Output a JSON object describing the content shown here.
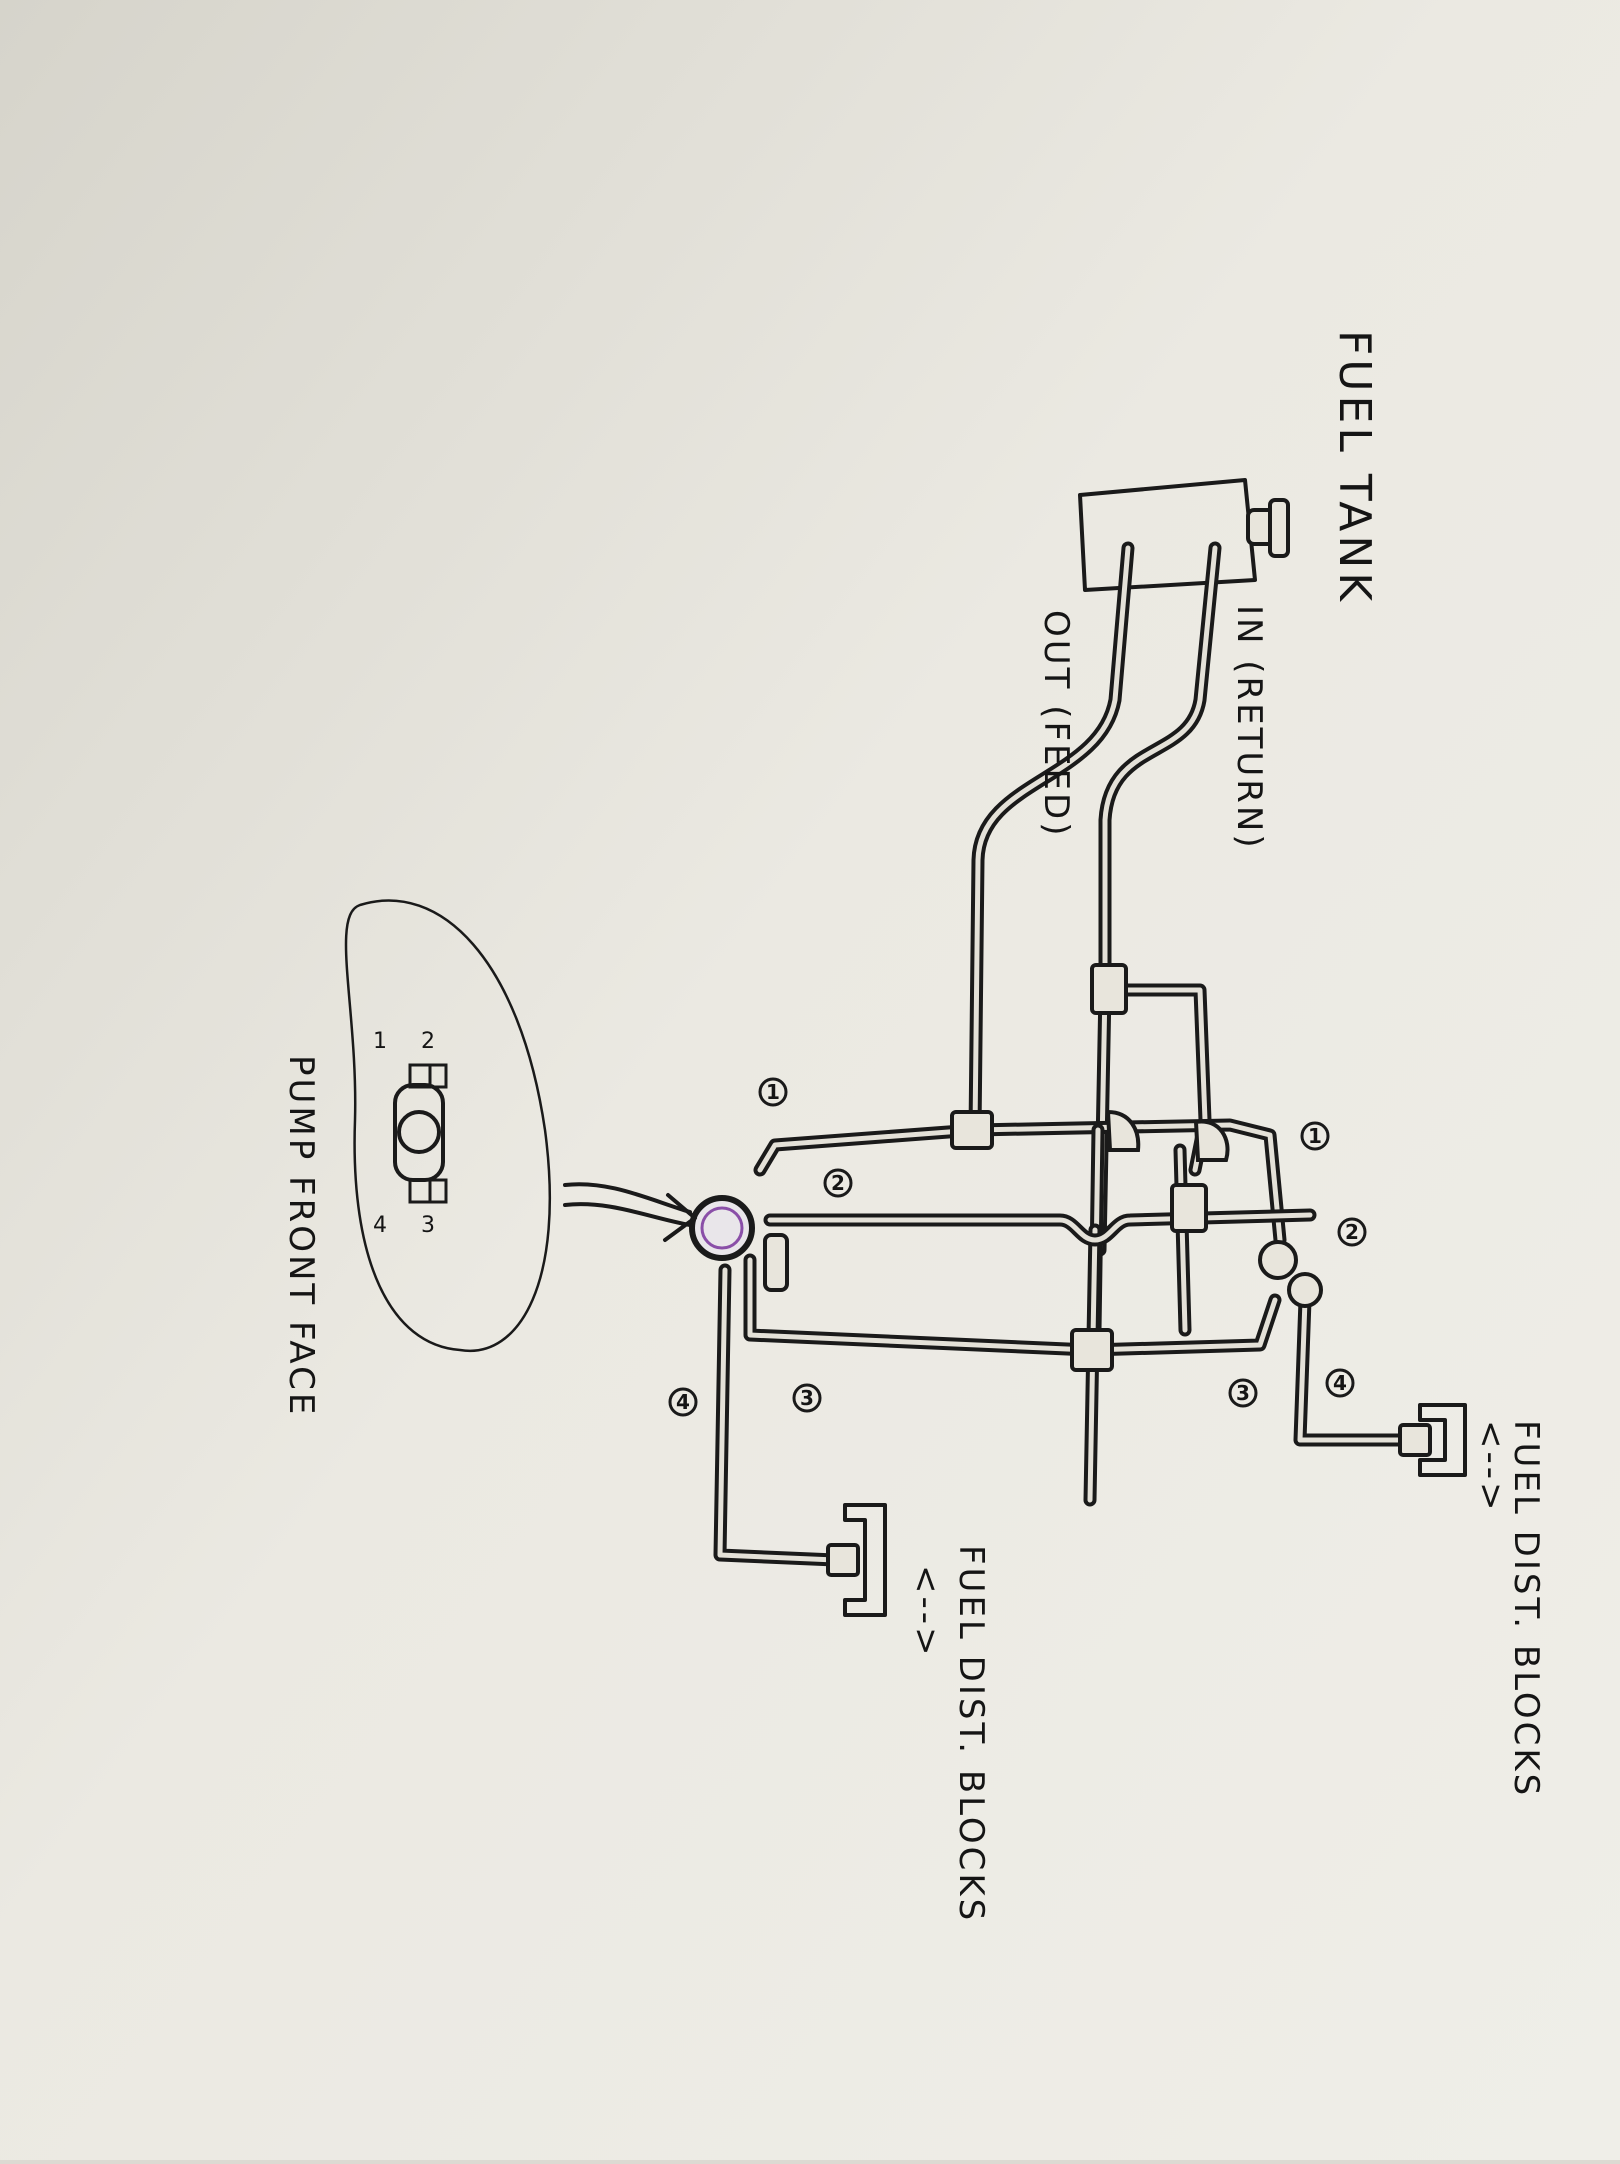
{
  "labels": {
    "fuel_tank": "FUEL TANK",
    "in_return": "IN (RETURN)",
    "out_feed": "OUT (FEED)",
    "pump_front_face": "PUMP FRONT FACE",
    "fuel_dist_blocks_top": "FUEL DIST. BLOCKS",
    "fuel_dist_blocks_bottom": "FUEL DIST. BLOCKS",
    "arrow_top": "<-->",
    "arrow_bottom": "<-->"
  },
  "port_numbers": {
    "left_1": "1",
    "left_2": "2",
    "left_3": "3",
    "left_4": "4",
    "right_1": "1",
    "right_2": "2",
    "right_3": "3",
    "right_4": "4"
  },
  "pump_face_numbers": {
    "p1": "1",
    "p2": "2",
    "p3": "3",
    "p4": "4"
  },
  "colors": {
    "paper": "#ecebe4",
    "ink": "#1a1a1a",
    "pump_highlight": "#8a4fa8"
  }
}
